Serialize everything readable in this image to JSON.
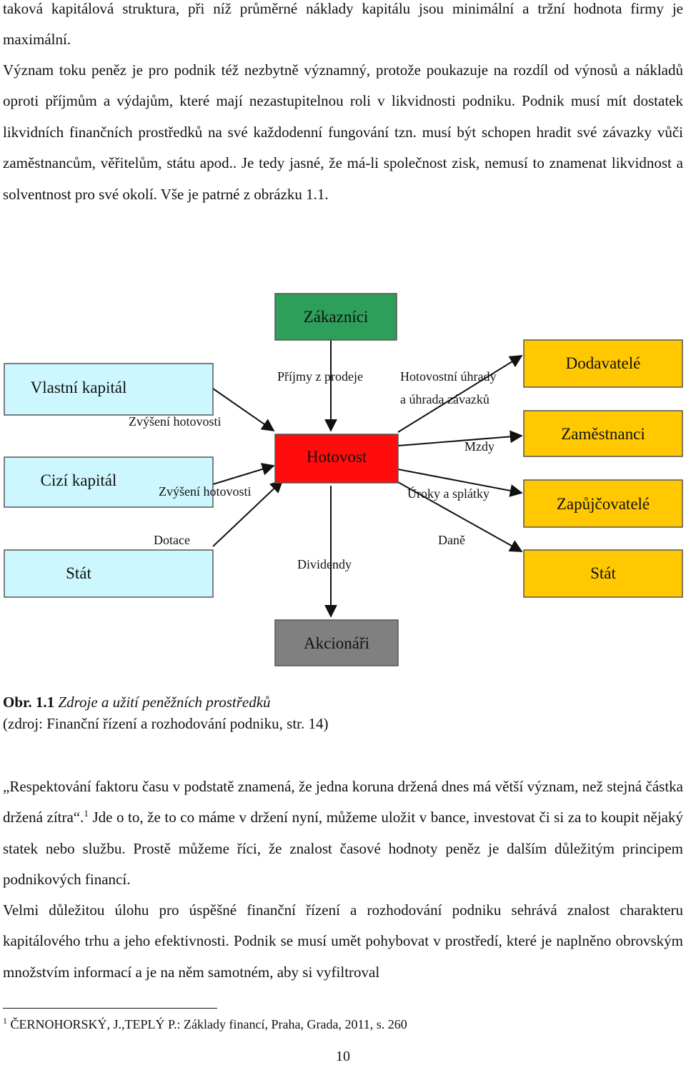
{
  "text": {
    "p1": "taková kapitálová struktura, při níž průměrné náklady kapitálu jsou minimální a tržní hodnota firmy je maximální.",
    "p2": "Význam toku peněz je pro podnik též nezbytně významný, protože poukazuje na rozdíl od výnosů a nákladů oproti příjmům a výdajům, které mají nezastupitelnou roli v likvidnosti podniku. Podnik musí mít dostatek likvidních finančních prostředků na své každodenní fungování tzn. musí být schopen hradit své závazky vůči zaměstnancům, věřitelům, státu apod.. Je tedy jasné, že má-li společnost zisk, nemusí to znamenat likvidnost a solventnost pro své okolí. Vše je patrné z obrázku 1.1.",
    "p3_before_note": "„Respektování faktoru času v podstatě znamená, že jedna koruna držená dnes má větší význam, než stejná částka držená zítra“.",
    "p3_note_mark": "1",
    "p3_after_note": " Jde o to, že to co máme v držení nyní, můžeme uložit v bance, investovat či si za to koupit nějaký statek nebo službu. Prostě můžeme říci, že znalost časové hodnoty peněz je dalším důležitým principem podnikových financí.",
    "p4": "Velmi důležitou úlohu pro úspěšné finanční řízení a rozhodování podniku sehrává znalost charakteru kapitálového trhu a jeho efektivnosti. Podnik se musí umět pohybovat v prostředí, které je naplněno obrovským množstvím informací a je na něm samotném, aby si vyfiltroval"
  },
  "figure": {
    "caption_label": "Obr. 1.1",
    "caption_title": "Zdroje a užití peněžních prostředků",
    "source": "(zdroj: Finanční řízení a rozhodování podniku, str. 14)",
    "nodes": {
      "customers": "Zákazníci",
      "equity": "Vlastní kapitál",
      "debt": "Cizí kapitál",
      "state_in": "Stát",
      "cash": "Hotovost",
      "suppliers": "Dodavatelé",
      "employees": "Zaměstnanci",
      "lenders": "Zapůjčovatelé",
      "state_out": "Stát",
      "shareholders": "Akcionáři"
    },
    "edges": {
      "sales": "Příjmy z prodeje",
      "supplier_pay_1": "Hotovostní úhrady",
      "supplier_pay_2": "a úhrada závazků",
      "equity_increase": "Zvýšení hotovosti",
      "debt_increase": "Zvýšení hotovosti",
      "wages": "Mzdy",
      "interest": "Úroky a splátky",
      "subsidies": "Dotace",
      "taxes": "Daně",
      "dividends": "Dividendy"
    },
    "colors": {
      "customers": "#2e9e5b",
      "cash": "#ff0d0d",
      "left_boxes": "#ccf7ff",
      "right_boxes": "#ffc800",
      "shareholders": "#808080",
      "arrow": "#111111"
    }
  },
  "footnote": {
    "mark": "1",
    "text": "ČERNOHORSKÝ, J.,TEPLÝ P.: Základy financí, Praha, Grada, 2011, s. 260"
  },
  "page_number": "10"
}
